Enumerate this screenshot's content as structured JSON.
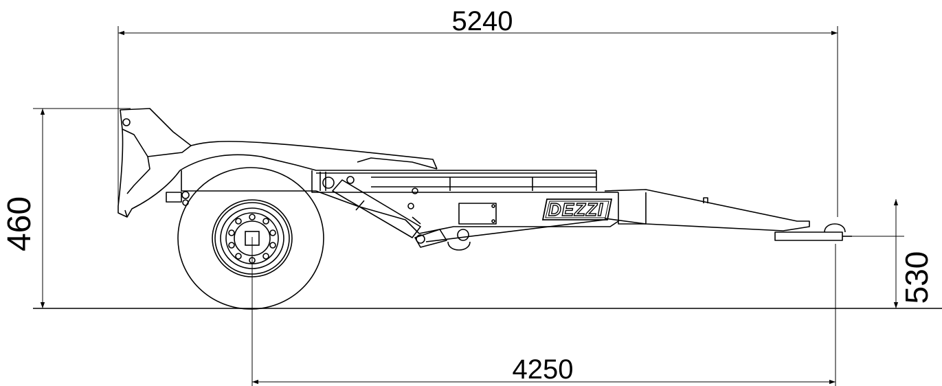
{
  "dimensions": {
    "overall_length": "5240",
    "height_left": "460",
    "height_right": "530",
    "wheelbase": "4250"
  },
  "branding": {
    "logo_text": "DEZZI"
  },
  "colors": {
    "line": "#000000",
    "background": "#ffffff"
  }
}
